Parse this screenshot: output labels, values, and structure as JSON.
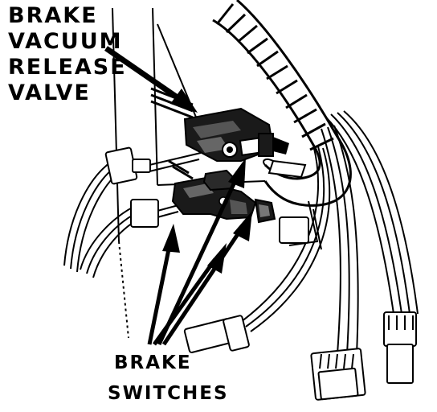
{
  "labels": {
    "valve": [
      "BRAKE",
      "VACUUM",
      "RELEASE",
      "VALVE"
    ],
    "switches": [
      "BRAKE",
      "SWITCHES"
    ]
  },
  "colors": {
    "ink": "#000000",
    "paper": "#ffffff"
  },
  "icons": {
    "valve": "vacuum-release-valve-icon",
    "switch_upper": "brake-switch-upper-icon",
    "switch_lower": "brake-switch-lower-icon"
  }
}
